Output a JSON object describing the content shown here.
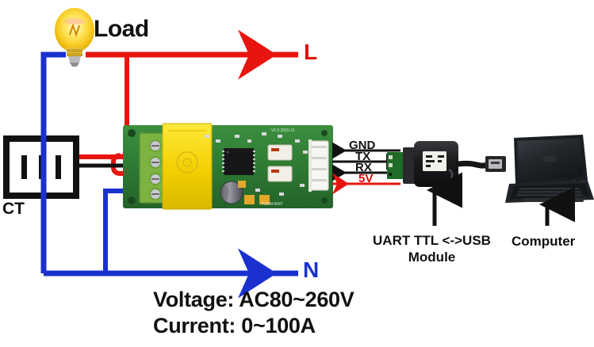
{
  "diagram": {
    "title_labels": {
      "load": "Load",
      "ct": "CT",
      "line": "L",
      "neutral": "N",
      "uart_module": "UART TTL <->USB\nModule",
      "uart_module_line1": "UART TTL <->USB",
      "uart_module_line2": "Module",
      "computer": "Computer"
    },
    "pins": [
      {
        "name": "GND",
        "label": "GND",
        "direction": "left",
        "color": "#111111"
      },
      {
        "name": "TX",
        "label": "TX",
        "direction": "right",
        "color": "#111111"
      },
      {
        "name": "RX",
        "label": "RX",
        "direction": "left",
        "color": "#111111"
      },
      {
        "name": "5V",
        "label": "5V",
        "direction": "left",
        "color": "#dd0d0a"
      }
    ],
    "specs": {
      "voltage": "Voltage: AC80~260V",
      "current": "Current: 0~100A"
    },
    "colors": {
      "live_wire": "#e8140f",
      "neutral_wire": "#1a31cf",
      "signal_wire": "#111111",
      "pcb_green": "#2f7d32",
      "relay_yellow": "#f5d800",
      "terminal_green": "#7cb342",
      "bulb_glow": "#ffd24a",
      "background": "#ffffff"
    },
    "components": {
      "bulb": "incandescent-lamp",
      "ct": "current-transformer",
      "pcb": "pzem-004t-energy-meter-board",
      "adapter": "usb-to-ttl-serial-adapter",
      "laptop": "notebook-computer"
    }
  }
}
